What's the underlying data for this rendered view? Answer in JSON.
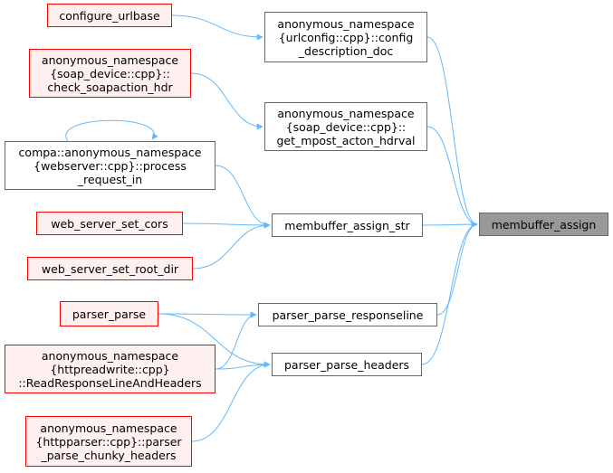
{
  "colors": {
    "edge": "#63b8ff",
    "red_border": "#ff0000",
    "red_fill": "#fff0f0",
    "gray_border": "#666666",
    "focus_fill": "#999999",
    "background": "#ffffff"
  },
  "nodes": [
    {
      "id": "membuffer_assign",
      "lines": [
        "membuffer_assign"
      ],
      "kind": "focus"
    },
    {
      "id": "membuffer_assign_str",
      "lines": [
        "membuffer_assign_str"
      ],
      "kind": "gray"
    },
    {
      "id": "urlconfig_config_description_doc",
      "lines": [
        "anonymous_namespace",
        "{urlconfig::cpp}::config",
        "_description_doc"
      ],
      "kind": "gray"
    },
    {
      "id": "soap_device_get_mpost_acton_hdrval",
      "lines": [
        "anonymous_namespace",
        "{soap_device::cpp}::",
        "get_mpost_acton_hdrval"
      ],
      "kind": "gray"
    },
    {
      "id": "parser_parse_responseline",
      "lines": [
        "parser_parse_responseline"
      ],
      "kind": "gray"
    },
    {
      "id": "parser_parse_headers",
      "lines": [
        "parser_parse_headers"
      ],
      "kind": "gray"
    },
    {
      "id": "configure_urlbase",
      "lines": [
        "configure_urlbase"
      ],
      "kind": "red"
    },
    {
      "id": "soap_device_check_soapaction_hdr",
      "lines": [
        "anonymous_namespace",
        "{soap_device::cpp}::",
        "check_soapaction_hdr"
      ],
      "kind": "red"
    },
    {
      "id": "webserver_process_request_in",
      "lines": [
        "compa::anonymous_namespace",
        "{webserver::cpp}::process",
        "_request_in"
      ],
      "kind": "gray"
    },
    {
      "id": "web_server_set_cors",
      "lines": [
        "web_server_set_cors"
      ],
      "kind": "red"
    },
    {
      "id": "web_server_set_root_dir",
      "lines": [
        "web_server_set_root_dir"
      ],
      "kind": "red"
    },
    {
      "id": "parser_parse",
      "lines": [
        "parser_parse"
      ],
      "kind": "red"
    },
    {
      "id": "httpreadwrite_ReadResponseLineAndHeaders",
      "lines": [
        "anonymous_namespace",
        "{httpreadwrite::cpp}",
        "::ReadResponseLineAndHeaders"
      ],
      "kind": "red"
    },
    {
      "id": "httpparser_parser_parse_chunky_headers",
      "lines": [
        "anonymous_namespace",
        "{httpparser::cpp}::parser",
        "_parse_chunky_headers"
      ],
      "kind": "red"
    }
  ],
  "edges": [
    {
      "from": "urlconfig_config_description_doc",
      "to": "membuffer_assign"
    },
    {
      "from": "soap_device_get_mpost_acton_hdrval",
      "to": "membuffer_assign"
    },
    {
      "from": "membuffer_assign_str",
      "to": "membuffer_assign"
    },
    {
      "from": "parser_parse_responseline",
      "to": "membuffer_assign"
    },
    {
      "from": "parser_parse_headers",
      "to": "membuffer_assign"
    },
    {
      "from": "configure_urlbase",
      "to": "urlconfig_config_description_doc"
    },
    {
      "from": "soap_device_check_soapaction_hdr",
      "to": "soap_device_get_mpost_acton_hdrval"
    },
    {
      "from": "webserver_process_request_in",
      "to": "webserver_process_request_in"
    },
    {
      "from": "webserver_process_request_in",
      "to": "membuffer_assign_str"
    },
    {
      "from": "web_server_set_cors",
      "to": "membuffer_assign_str"
    },
    {
      "from": "web_server_set_root_dir",
      "to": "membuffer_assign_str"
    },
    {
      "from": "parser_parse",
      "to": "parser_parse_responseline"
    },
    {
      "from": "parser_parse",
      "to": "parser_parse_headers"
    },
    {
      "from": "httpreadwrite_ReadResponseLineAndHeaders",
      "to": "parser_parse_responseline"
    },
    {
      "from": "httpreadwrite_ReadResponseLineAndHeaders",
      "to": "parser_parse_headers"
    },
    {
      "from": "httpparser_parser_parse_chunky_headers",
      "to": "parser_parse_headers"
    }
  ]
}
